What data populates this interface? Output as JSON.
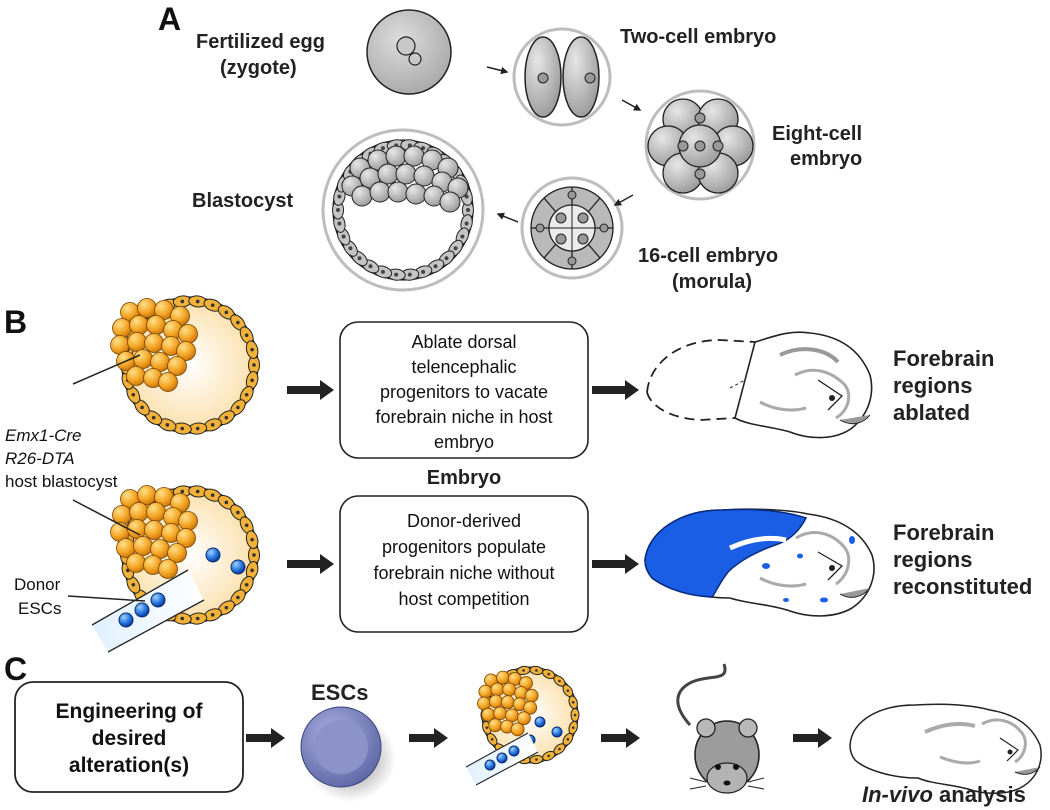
{
  "panels": {
    "a": "A",
    "b": "B",
    "c": "C"
  },
  "panel_a": {
    "zygote_line1": "Fertilized egg",
    "zygote_line2": "(zygote)",
    "two_cell": "Two-cell embryo",
    "eight_cell_line1": "Eight-cell",
    "eight_cell_line2": "embryo",
    "morula_line1": "16-cell embryo",
    "morula_line2": "(morula)",
    "blastocyst": "Blastocyst"
  },
  "panel_b": {
    "host_line1": "Emx1-Cre",
    "host_line2": "R26-DTA",
    "host_line3": "host blastocyst",
    "donor_line1": "Donor",
    "donor_line2": "ESCs",
    "embryo_label": "Embryo",
    "box1": [
      "Ablate dorsal",
      "telencephalic",
      "progenitors to vacate",
      "forebrain niche in host",
      "embryo"
    ],
    "box2": [
      "Donor-derived",
      "progenitors populate",
      "forebrain niche without",
      "host competition"
    ],
    "result1": [
      "Forebrain",
      "regions",
      "ablated"
    ],
    "result2": [
      "Forebrain",
      "regions",
      "reconstituted"
    ]
  },
  "panel_c": {
    "box": [
      "Engineering of",
      "desired",
      "alteration(s)"
    ],
    "escs": "ESCs",
    "analysis_italic": "In-vivo",
    "analysis_rest": " analysis"
  },
  "colors": {
    "cell_gray": "#b8b8b8",
    "blastomere_orange": "#f0a020",
    "donor_blue": "#1f5fd6",
    "escs_purple": "#7078b0",
    "reconstituted_blue": "#1a5ee6"
  }
}
